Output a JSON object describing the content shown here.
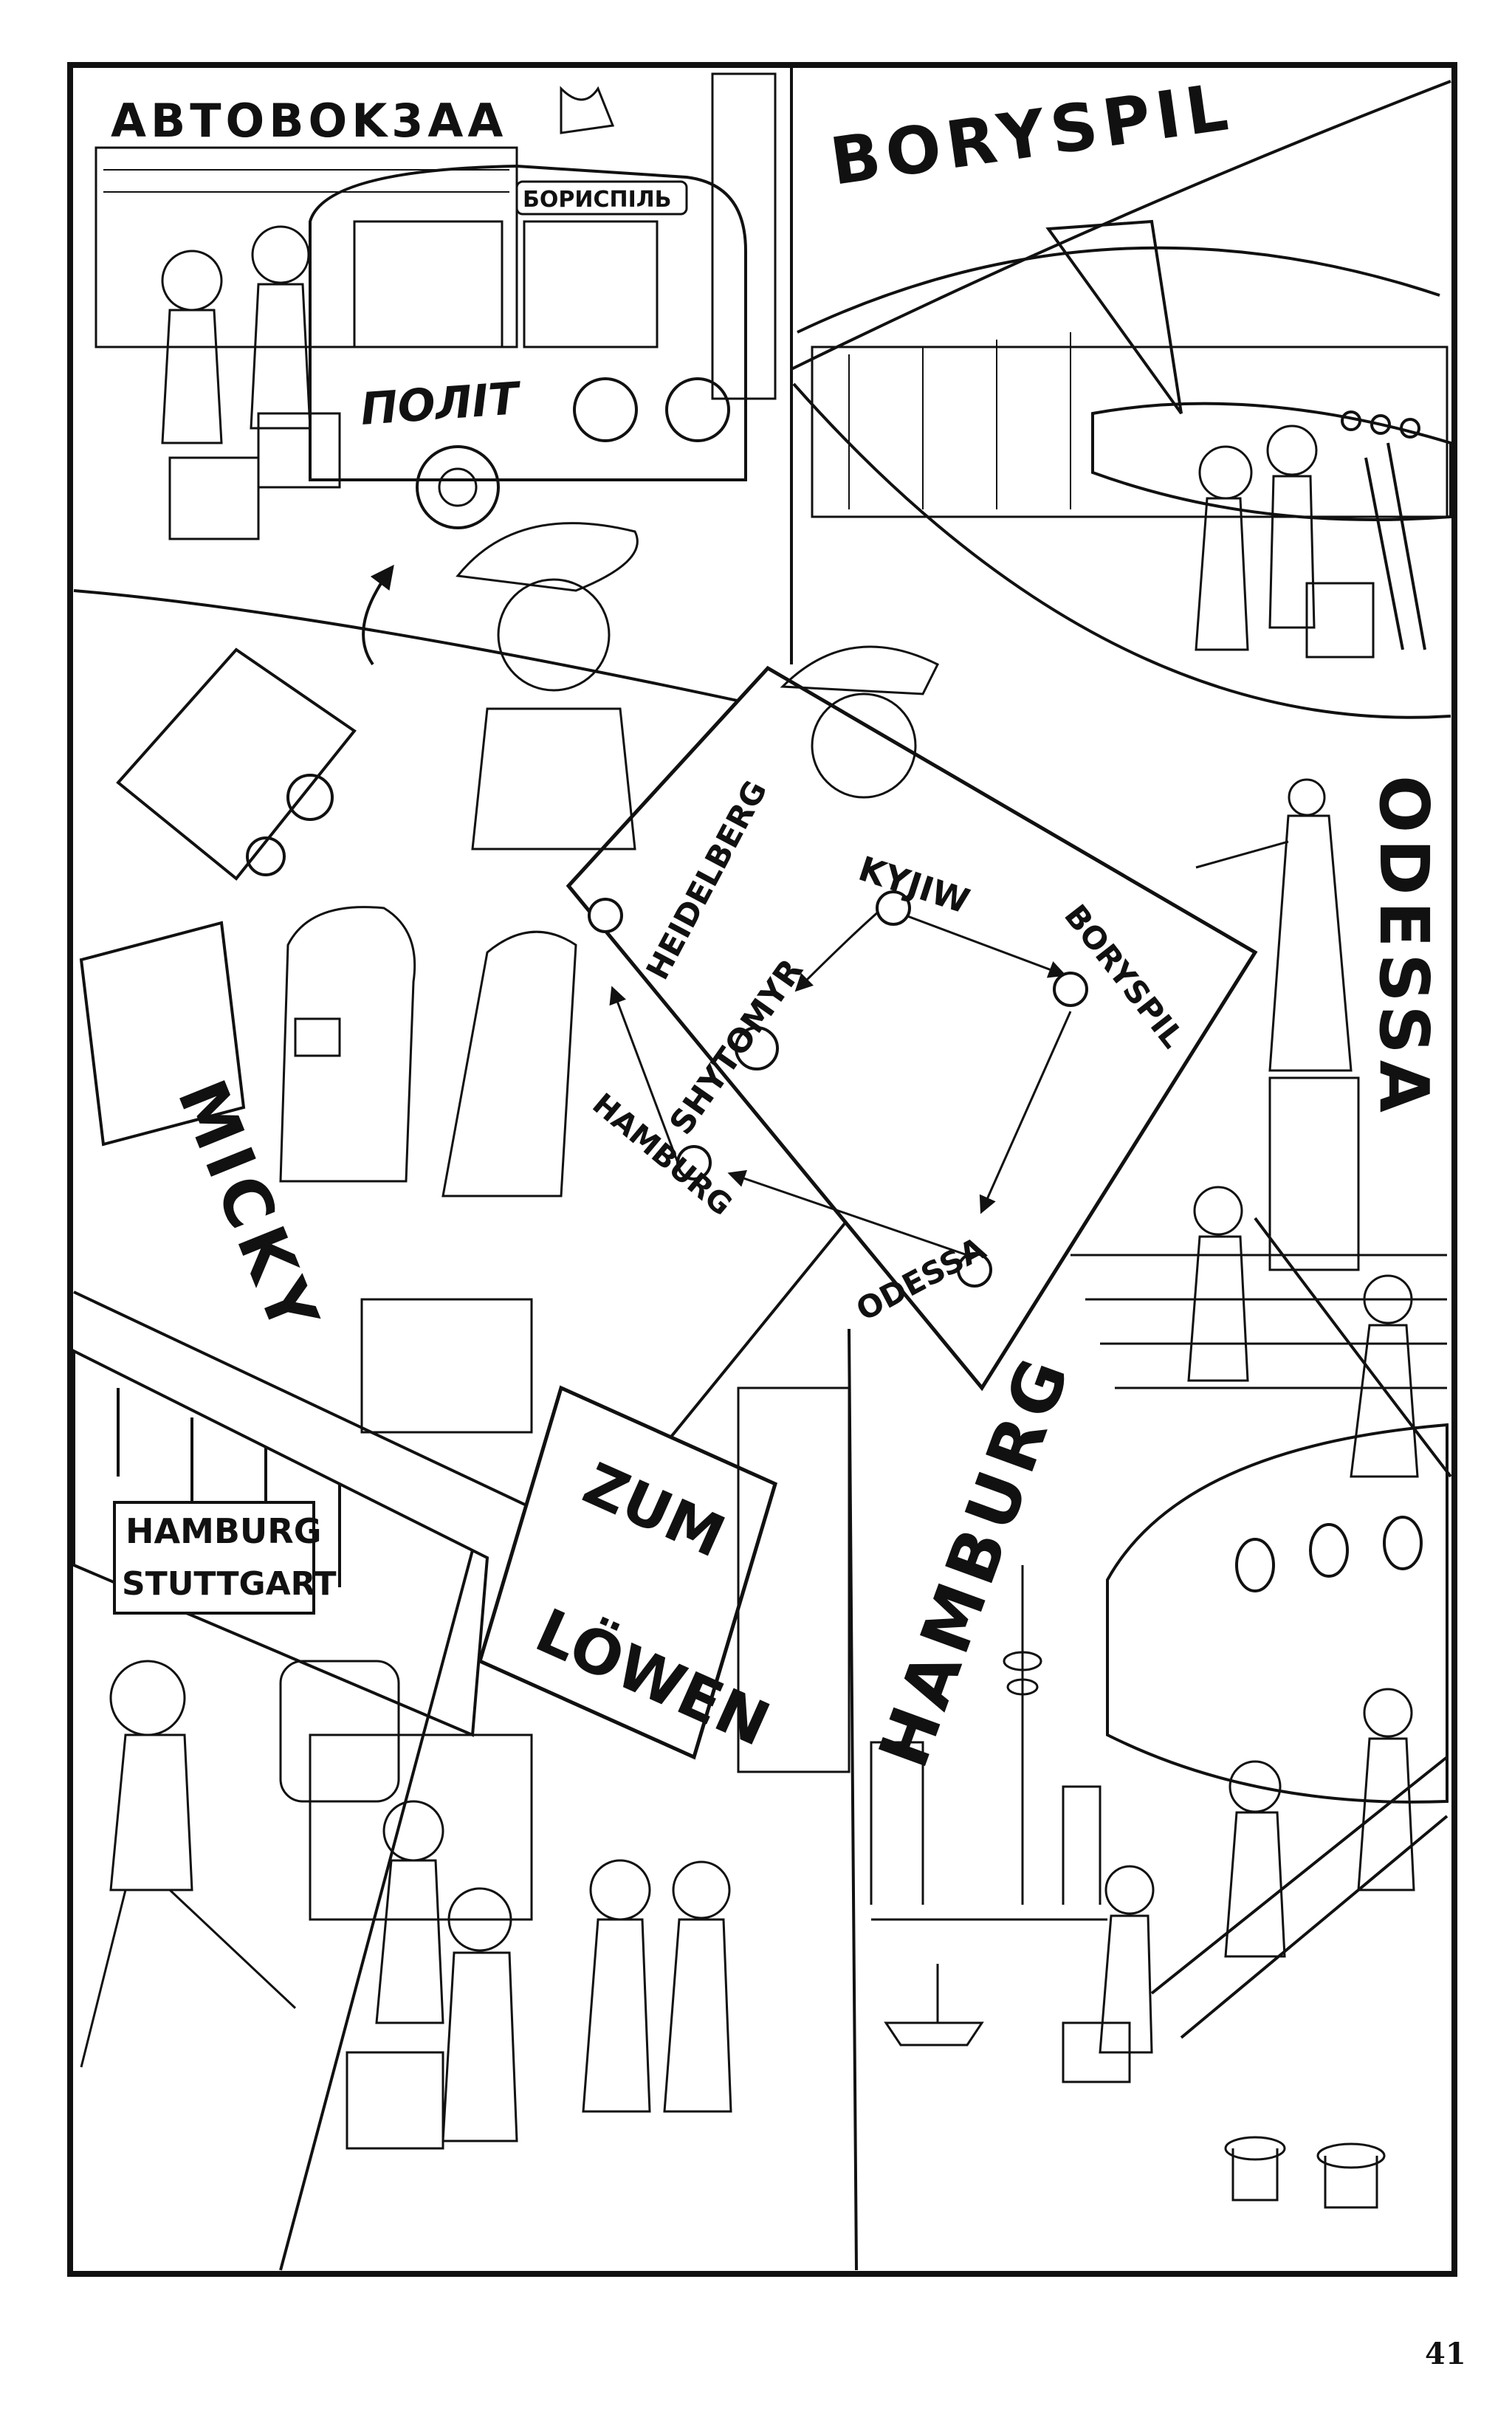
{
  "illustration": {
    "panels": {
      "avtovokzal": {
        "sign": "ABTOBOK3AA",
        "bus_destination": "БОРИСПІЛЬ",
        "bus_name": "ПОЛІТ"
      },
      "boryspil": {
        "title": "BORYSPIL"
      },
      "odessa": {
        "title": "ODESSA"
      },
      "micky": {
        "title": "MICKY"
      },
      "train": {
        "sign_line1": "HAMBURG",
        "sign_line2": "STUTTGART"
      },
      "zum_loewen": {
        "sign_line1": "ZUM",
        "sign_line2": "LÖWEN"
      },
      "hamburg": {
        "title": "HAMBURG"
      }
    },
    "route_map": {
      "stops": [
        "KYJIW",
        "BORYSPIL",
        "ODESSA",
        "HAMBURG",
        "SHYTOMYR",
        "HEIDELBERG"
      ]
    }
  },
  "page": {
    "number": "41"
  }
}
